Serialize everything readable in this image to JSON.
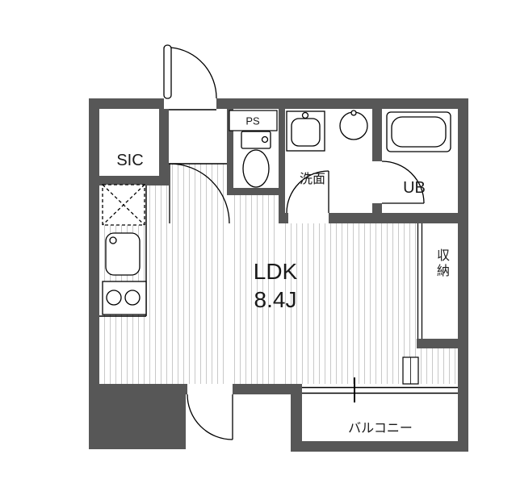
{
  "plan": {
    "labels": {
      "sic": "SIC",
      "ps": "PS",
      "washroom": "洗面",
      "unit_bath": "UB",
      "ldk": "LDK",
      "ldk_size": "8.4J",
      "closet": "収納",
      "balcony": "バルコニー"
    },
    "colors": {
      "wall": "#575757",
      "line": "#000000",
      "floor_stripe": "#c9c9c9",
      "background": "#ffffff"
    },
    "icons": [
      "entrance-door-arc-icon",
      "hall-door-arc-icon",
      "washroom-door-arc-icon",
      "bath-door-arc-icon",
      "terrace-door-arc-icon",
      "toilet-icon",
      "vanity-basin-icon",
      "round-basin-icon",
      "bathtub-icon",
      "kitchen-sink-icon",
      "stove-icon",
      "refrigerator-space-icon",
      "closet-door-icon",
      "balcony-window-icon",
      "water-heater-icon"
    ]
  }
}
